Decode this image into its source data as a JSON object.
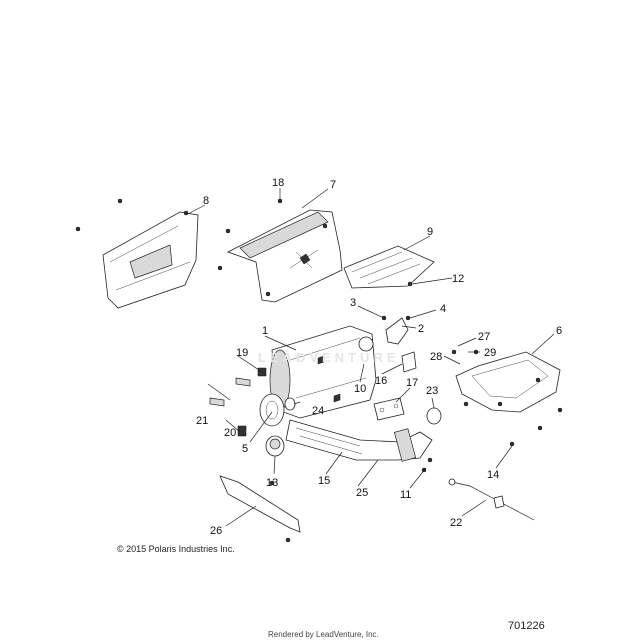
{
  "callouts": {
    "c1": "1",
    "c2": "2",
    "c3": "3",
    "c4": "4",
    "c5": "5",
    "c6": "6",
    "c7": "7",
    "c8": "8",
    "c9": "9",
    "c10": "10",
    "c11": "11",
    "c12": "12",
    "c13": "13",
    "c14": "14",
    "c15": "15",
    "c16": "16",
    "c17": "17",
    "c18": "18",
    "c19": "19",
    "c20": "20",
    "c21": "21",
    "c22": "22",
    "c23": "23",
    "c24": "24",
    "c25": "25",
    "c26": "26",
    "c27": "27",
    "c28": "28",
    "c29": "29"
  },
  "footer": {
    "copyright": "© 2015 Polaris Industries Inc.",
    "doc_number": "701226",
    "rendered_by": "Rendered by LeadVenture, Inc."
  },
  "watermark": "LEADVENTURE"
}
